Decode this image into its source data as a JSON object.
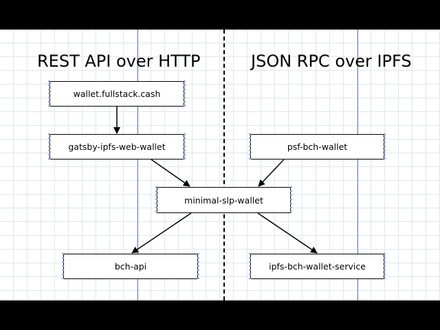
{
  "headings": {
    "left": "REST API over HTTP",
    "right": "JSON RPC over IPFS"
  },
  "nodes": {
    "wallet_fullstack": "wallet.fullstack.cash",
    "gatsby_wallet": "gatsby-ipfs-web-wallet",
    "psf_bch_wallet": "psf-bch-wallet",
    "minimal_slp_wallet": "minimal-slp-wallet",
    "bch_api": "bch-api",
    "ipfs_bch_wallet_service": "ipfs-bch-wallet-service"
  },
  "colors": {
    "frame": "#000000",
    "grid": "#dfe6ec",
    "lane_line": "#6a7fa8",
    "node_border": "#000000",
    "arrow": "#000000"
  }
}
